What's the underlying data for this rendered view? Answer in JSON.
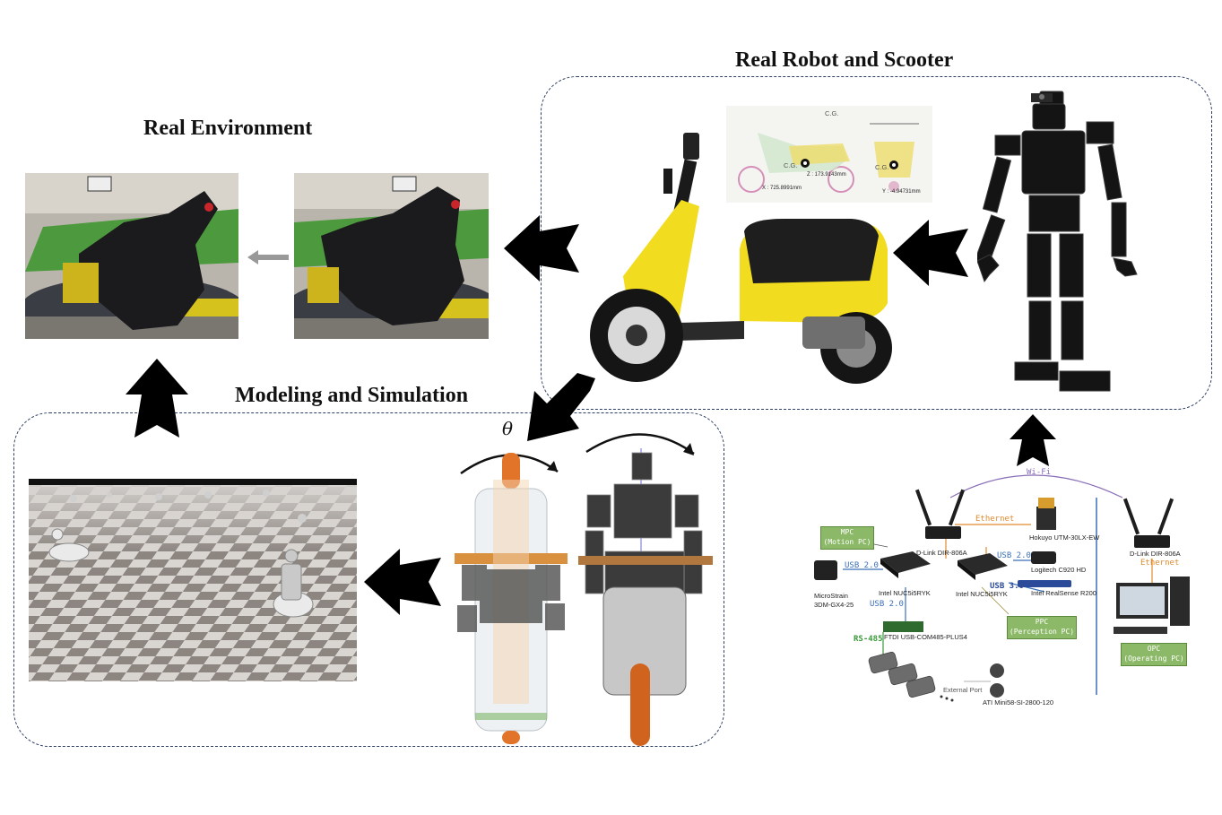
{
  "headings": {
    "real_environment": "Real Environment",
    "real_robot_scooter": "Real Robot and Scooter",
    "modeling_simulation": "Modeling and Simulation"
  },
  "cg_diagram": {
    "cg_label_top": "C.G.",
    "cg_label_side": "C.G.",
    "cg_label_front": "C.G.",
    "x_readout": "X : 725.8991mm",
    "z_readout": "Z : 173.9143mm",
    "y_readout": "Y : -4.94731mm"
  },
  "simulation": {
    "theta_symbol": "θ"
  },
  "network": {
    "wifi": "Wi-Fi",
    "ethernet_top": "Ethernet",
    "ethernet_right": "Ethernet",
    "usb_left": "USB 2.0",
    "usb_right_top": "USB 2.0",
    "usb_right_bottom": "USB 3.0",
    "usb_down": "USB 2.0",
    "rs485": "RS-485",
    "mpc_box": [
      "MPC",
      "(Motion PC)"
    ],
    "ppc_box": [
      "PPC",
      "(Perception PC)"
    ],
    "opc_box": [
      "OPC",
      "(Operating PC)"
    ],
    "devices": {
      "router_left": "D-Link DIR-806A",
      "router_right": "D-Link DIR-806A",
      "hokuyo": "Hokuyo UTM-30LX-EW",
      "logitech": "Logitech C920 HD",
      "realsense": "Intel RealSense R200",
      "nuc_left": "Intel NUC5i5RYK",
      "nuc_right": "Intel NUC5i5RYK",
      "microstrain": [
        "MicroStrain",
        "3DM-GX4-25"
      ],
      "ftdi": "FTDI USB-COM485-PLUS4",
      "external_port": "External Port",
      "ati": "ATI Mini58-SI-2800-120"
    }
  },
  "colors": {
    "panel_border": "#2c3e63",
    "arrow_black": "#000000",
    "arrow_gray": "#999999",
    "scooter_yellow": "#f2dc1f",
    "usb_blue": "#3a6fb8",
    "ethernet_orange": "#e08a2e",
    "wifi_purple": "#8a6fb8",
    "rs485_green": "#3a9a3a",
    "box_green": "#8cb968"
  }
}
